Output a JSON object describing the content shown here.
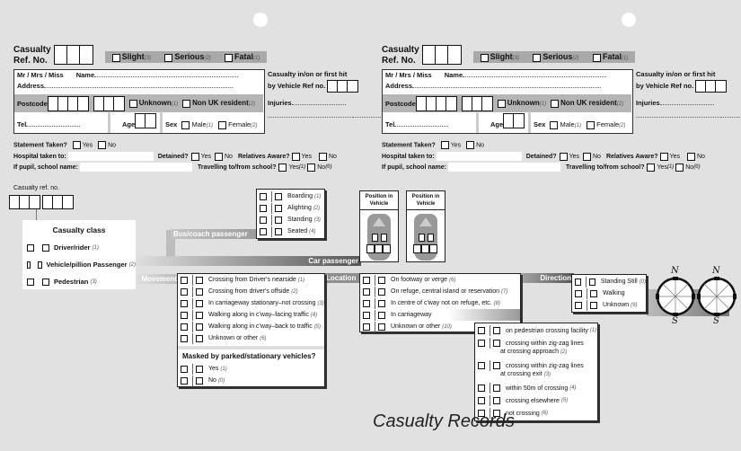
{
  "form": {
    "ref_label_1": "Casualty",
    "ref_label_2": "Ref. No.",
    "severity": [
      {
        "label": "Slight",
        "code": "(3)"
      },
      {
        "label": "Serious",
        "code": "(2)"
      },
      {
        "label": "Fatal",
        "code": "(1)"
      }
    ],
    "title_label": "Mr / Mrs / Miss",
    "name_label": "Name",
    "address_label": "Address",
    "postcode_label": "Postcode",
    "unknown_label": "Unknown",
    "unknown_code": "(1)",
    "non_uk_label": "Non UK resident",
    "non_uk_code": "(2)",
    "tel_label": "Tel",
    "age_label": "Age",
    "sex_label": "Sex",
    "male_label": "Male",
    "male_code": "(1)",
    "female_label": "Female",
    "female_code": "(2)",
    "vehicle_ref_1": "Casualty in/on or first hit",
    "vehicle_ref_2": "by Vehicle Ref no.",
    "injuries_label": "Injuries",
    "statement_label": "Statement Taken?",
    "yes": "Yes",
    "no": "No",
    "hospital_label": "Hospital taken to:",
    "detained_label": "Detained?",
    "relatives_label": "Relatives Aware?",
    "pupil_label": "If pupil, school name:",
    "travelling_label": "Travelling to/from school?",
    "yes_code": "(1)",
    "no_code": "(0)"
  },
  "diagram": {
    "casualty_ref_label": "Casualty ref. no.",
    "class_title": "Casualty class",
    "classes": [
      {
        "label": "Driver/rider",
        "code": "(1)"
      },
      {
        "label": "Vehicle/pillion Passenger",
        "code": "(2)"
      },
      {
        "label": "Pedestrian",
        "code": "(3)"
      }
    ],
    "bus_label": "Bus/coach passenger",
    "car_label": "Car passenger",
    "movement_label": "Movement",
    "location_label": "Location",
    "direction_label": "Direction",
    "bus_options": [
      {
        "label": "Boarding",
        "code": "(1)"
      },
      {
        "label": "Alighting",
        "code": "(2)"
      },
      {
        "label": "Standing",
        "code": "(3)"
      },
      {
        "label": "Seated",
        "code": "(4)"
      }
    ],
    "position_label_1": "Position in",
    "position_label_2": "Vehicle",
    "movement_options": [
      {
        "label": "Crossing from Driver's nearside",
        "code": "(1)"
      },
      {
        "label": "Crossing from driver's offside",
        "code": "(2)"
      },
      {
        "label": "In carriageway stationary–not crossing",
        "code": "(3)"
      },
      {
        "label": "Walking along in c'way–facing traffic",
        "code": "(4)"
      },
      {
        "label": "Walking along in c'way–back to traffic",
        "code": "(5)"
      },
      {
        "label": "Unknown or other",
        "code": "(6)"
      }
    ],
    "masked_title": "Masked by parked/stationary vehicles?",
    "masked_options": [
      {
        "label": "Yes",
        "code": "(1)"
      },
      {
        "label": "No",
        "code": "(0)"
      }
    ],
    "location_options": [
      {
        "label": "On footway or verge",
        "code": "(6)"
      },
      {
        "label": "On refuge, central island or reservation",
        "code": "(7)"
      },
      {
        "label": "In centre of c'way not on refuge, etc.",
        "code": "(8)"
      },
      {
        "label": "In carriageway",
        "code": ""
      },
      {
        "label": "Unknown or other",
        "code": "(10)"
      }
    ],
    "direction_options": [
      {
        "label": "Standing Still",
        "code": "(0)"
      },
      {
        "label": "Walking",
        "code": ""
      },
      {
        "label": "Unknown",
        "code": "(9)"
      }
    ],
    "crossing_options": [
      {
        "label": "on pedestrian crossing facility",
        "label2": "",
        "code": "(1)"
      },
      {
        "label": "crossing within zig-zag lines",
        "label2": "at crossing approach",
        "code": "(2)"
      },
      {
        "label": "crossing within zig-zag lines",
        "label2": "at crossing exit",
        "code": "(3)"
      },
      {
        "label": "within 50m of crossing",
        "label2": "",
        "code": "(4)"
      },
      {
        "label": "crossing elsewhere",
        "label2": "",
        "code": "(5)"
      },
      {
        "label": "not crossing",
        "label2": "",
        "code": "(6)"
      }
    ],
    "compass_n": "N",
    "compass_s": "S"
  },
  "footer_title": "Casualty Records"
}
